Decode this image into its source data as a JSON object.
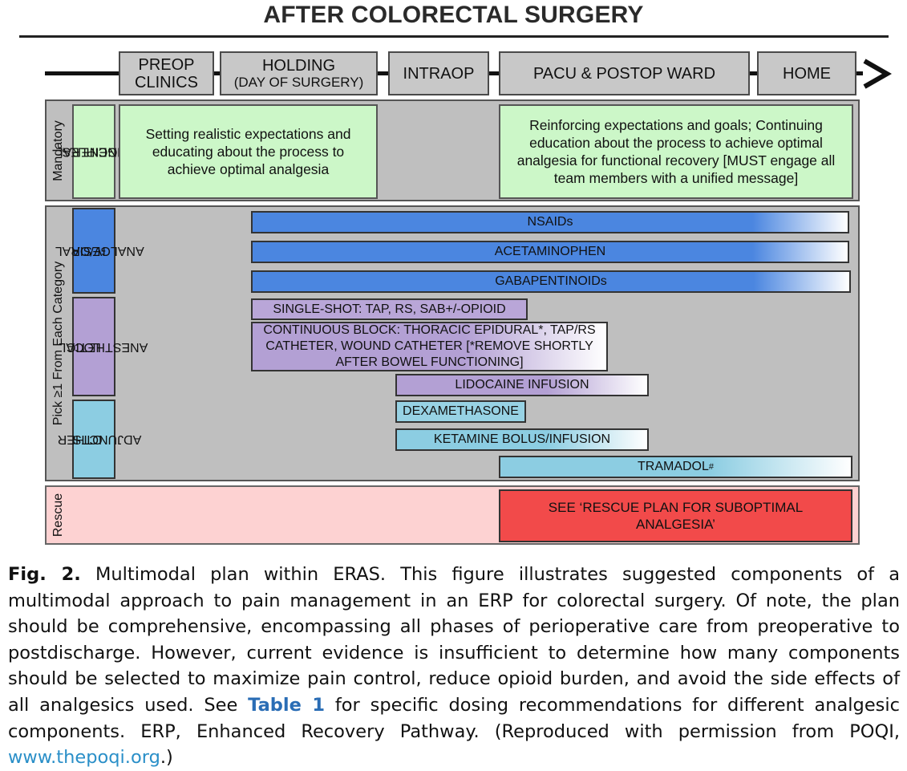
{
  "title": "AFTER COLORECTAL  SURGERY",
  "phases": [
    {
      "line1": "PREOP",
      "line2": "CLINICS"
    },
    {
      "line1": "HOLDING",
      "line2": "(DAY OF SURGERY)"
    },
    {
      "line1": "INTRAOP"
    },
    {
      "line1": "PACU & POSTOP WARD"
    },
    {
      "line1": "HOME"
    }
  ],
  "sections": {
    "mandatory": "Mandatory",
    "pick": "Pick ≥1 From Each Category",
    "rescue": "Rescue"
  },
  "categories": {
    "general_principles": [
      "GENERAL",
      "PRINCIPLES"
    ],
    "iv_oral": [
      "IV/ORAL",
      "ANALGESIA"
    ],
    "local_anesthetic": [
      "LOCAL",
      "ANESTHETIC"
    ],
    "other_adjuncts": [
      "OTHER",
      "ADJUNCTS"
    ]
  },
  "principles": {
    "left": "Setting realistic expectations and educating about the process to achieve optimal analgesia",
    "right": "Reinforcing expectations and goals; Continuing education about the process to achieve optimal analgesia for functional recovery [MUST engage all team members with a unified message]"
  },
  "bars": {
    "nsaids": "NSAIDs",
    "acetaminophen": "ACETAMINOPHEN",
    "gabapentinoids": "GABAPENTINOIDs",
    "single_shot": "SINGLE-SHOT: TAP, RS, SAB+/-OPIOID",
    "continuous_block": "CONTINUOUS BLOCK: THORACIC EPIDURAL*, TAP/RS CATHETER, WOUND CATHETER [*REMOVE SHORTLY AFTER BOWEL FUNCTIONING]",
    "lidocaine": "LIDOCAINE INFUSION",
    "dexamethasone": "DEXAMETHASONE",
    "ketamine": "KETAMINE BOLUS/INFUSION",
    "tramadol": "TRAMADOL",
    "tramadol_mark": "#"
  },
  "rescue_text": "SEE ‘RESCUE PLAN FOR SUBOPTIMAL ANALGESIA’",
  "caption": {
    "fig_label": "Fig. 2.",
    "text1": " Multimodal plan within ERAS. This figure illustrates suggested components of a multimodal approach to pain management in an ERP for colorectal surgery. Of note, the plan should be comprehensive, encompassing all phases of perioperative care from preoperative to postdischarge. However, current evidence is insufficient to determine how many components should be selected to maximize pain control, reduce opioid burden, and avoid the side effects of all analgesics used. See ",
    "table_link": "Table 1",
    "text2": " for specific dosing recommendations for different analgesic components. ERP, Enhanced Recovery Pathway. (Reproduced with permission from POQI, ",
    "url": "www.thepoqi.org",
    "text3": ".)"
  },
  "colors": {
    "blue_bar": "#4b86e0",
    "purple_bar": "#b3a0d4",
    "lightblue_bar": "#8ccde2",
    "green_box": "#ccf7c8",
    "rescue_bg": "#fdd2d2",
    "rescue_box": "#f24a4a"
  },
  "icons": {
    "timeline_arrow": "arrow-right-icon"
  }
}
